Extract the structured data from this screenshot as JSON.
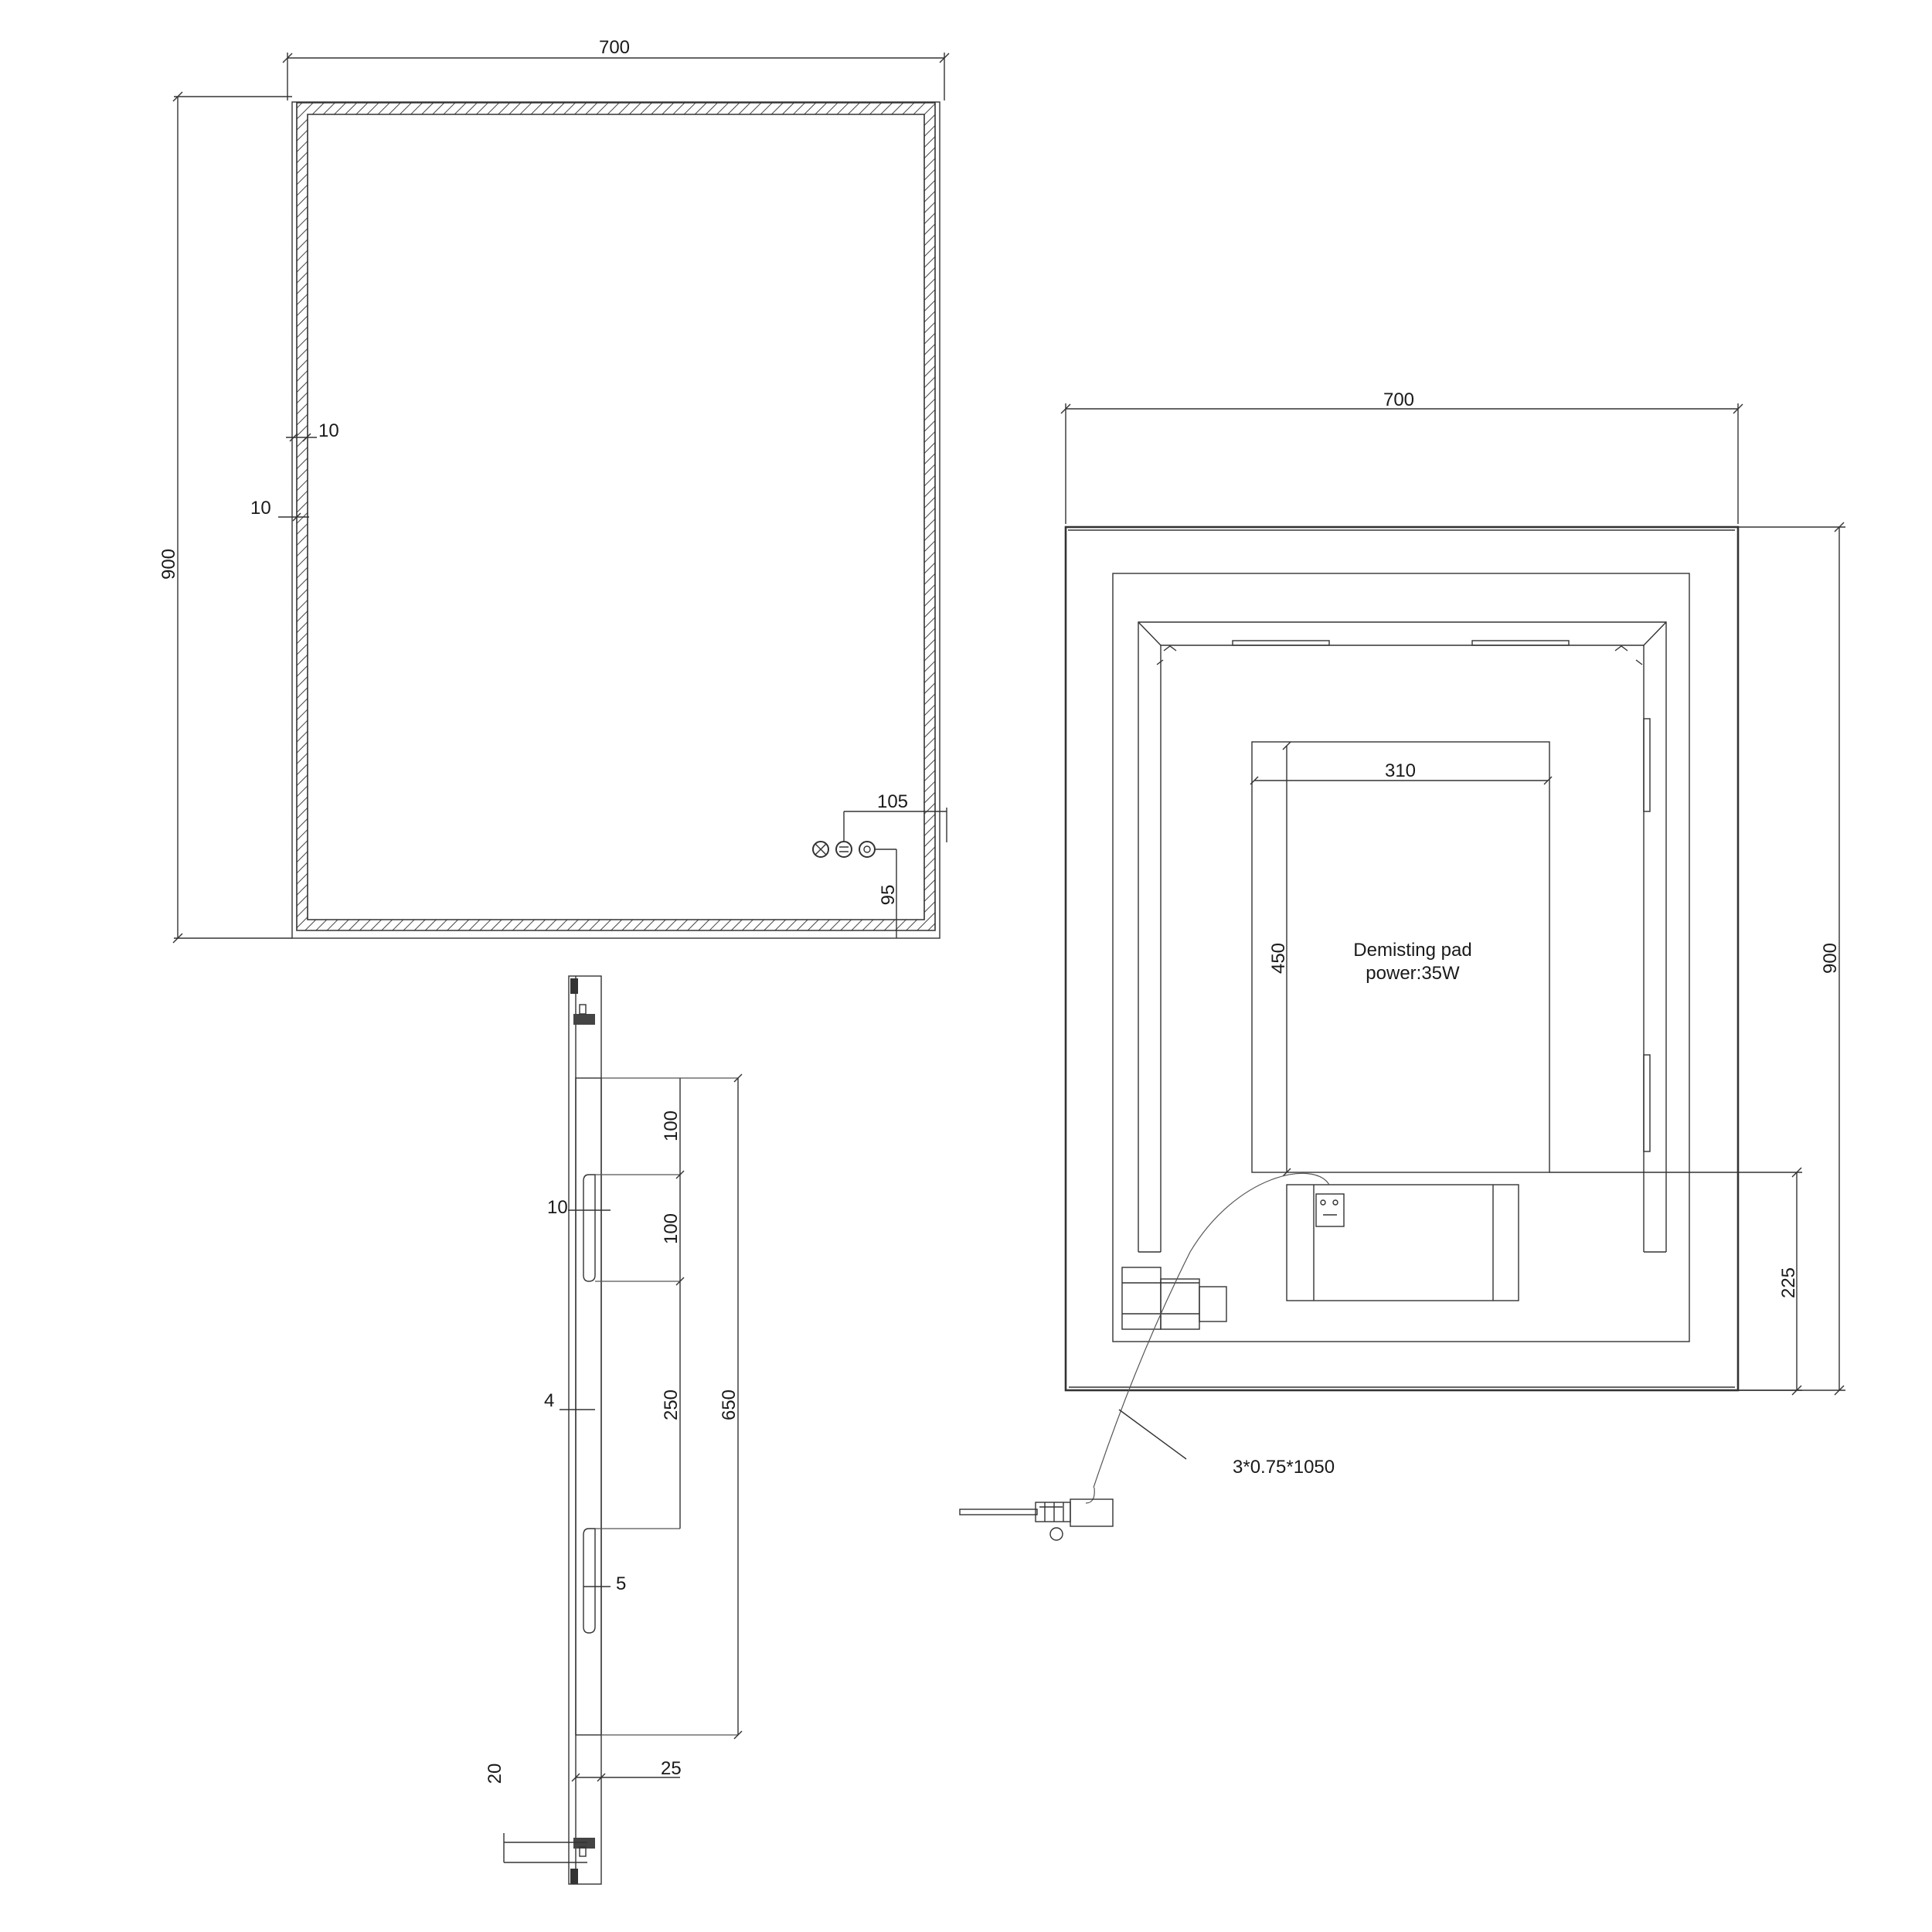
{
  "front_view": {
    "width_dim": "700",
    "height_dim": "900",
    "frame_dim_top": "10",
    "frame_dim_side": "10",
    "switch_offset_x": "105",
    "switch_offset_y": "95",
    "switch_icons": [
      "demist-icon",
      "toggle-icon",
      "light-icon"
    ]
  },
  "side_view": {
    "dim_100_a": "100",
    "dim_100_b": "100",
    "dim_10": "10",
    "dim_4": "4",
    "dim_250": "250",
    "dim_650": "650",
    "dim_5": "5",
    "dim_20": "20",
    "dim_25": "25"
  },
  "back_view": {
    "width_dim": "700",
    "height_dim": "900",
    "pad_width_dim": "310",
    "pad_height_dim": "450",
    "driver_height_dim": "225",
    "pad_label_line1": "Demisting pad",
    "pad_label_line2": "power:35W",
    "cable_spec": "3*0.75*1050"
  }
}
